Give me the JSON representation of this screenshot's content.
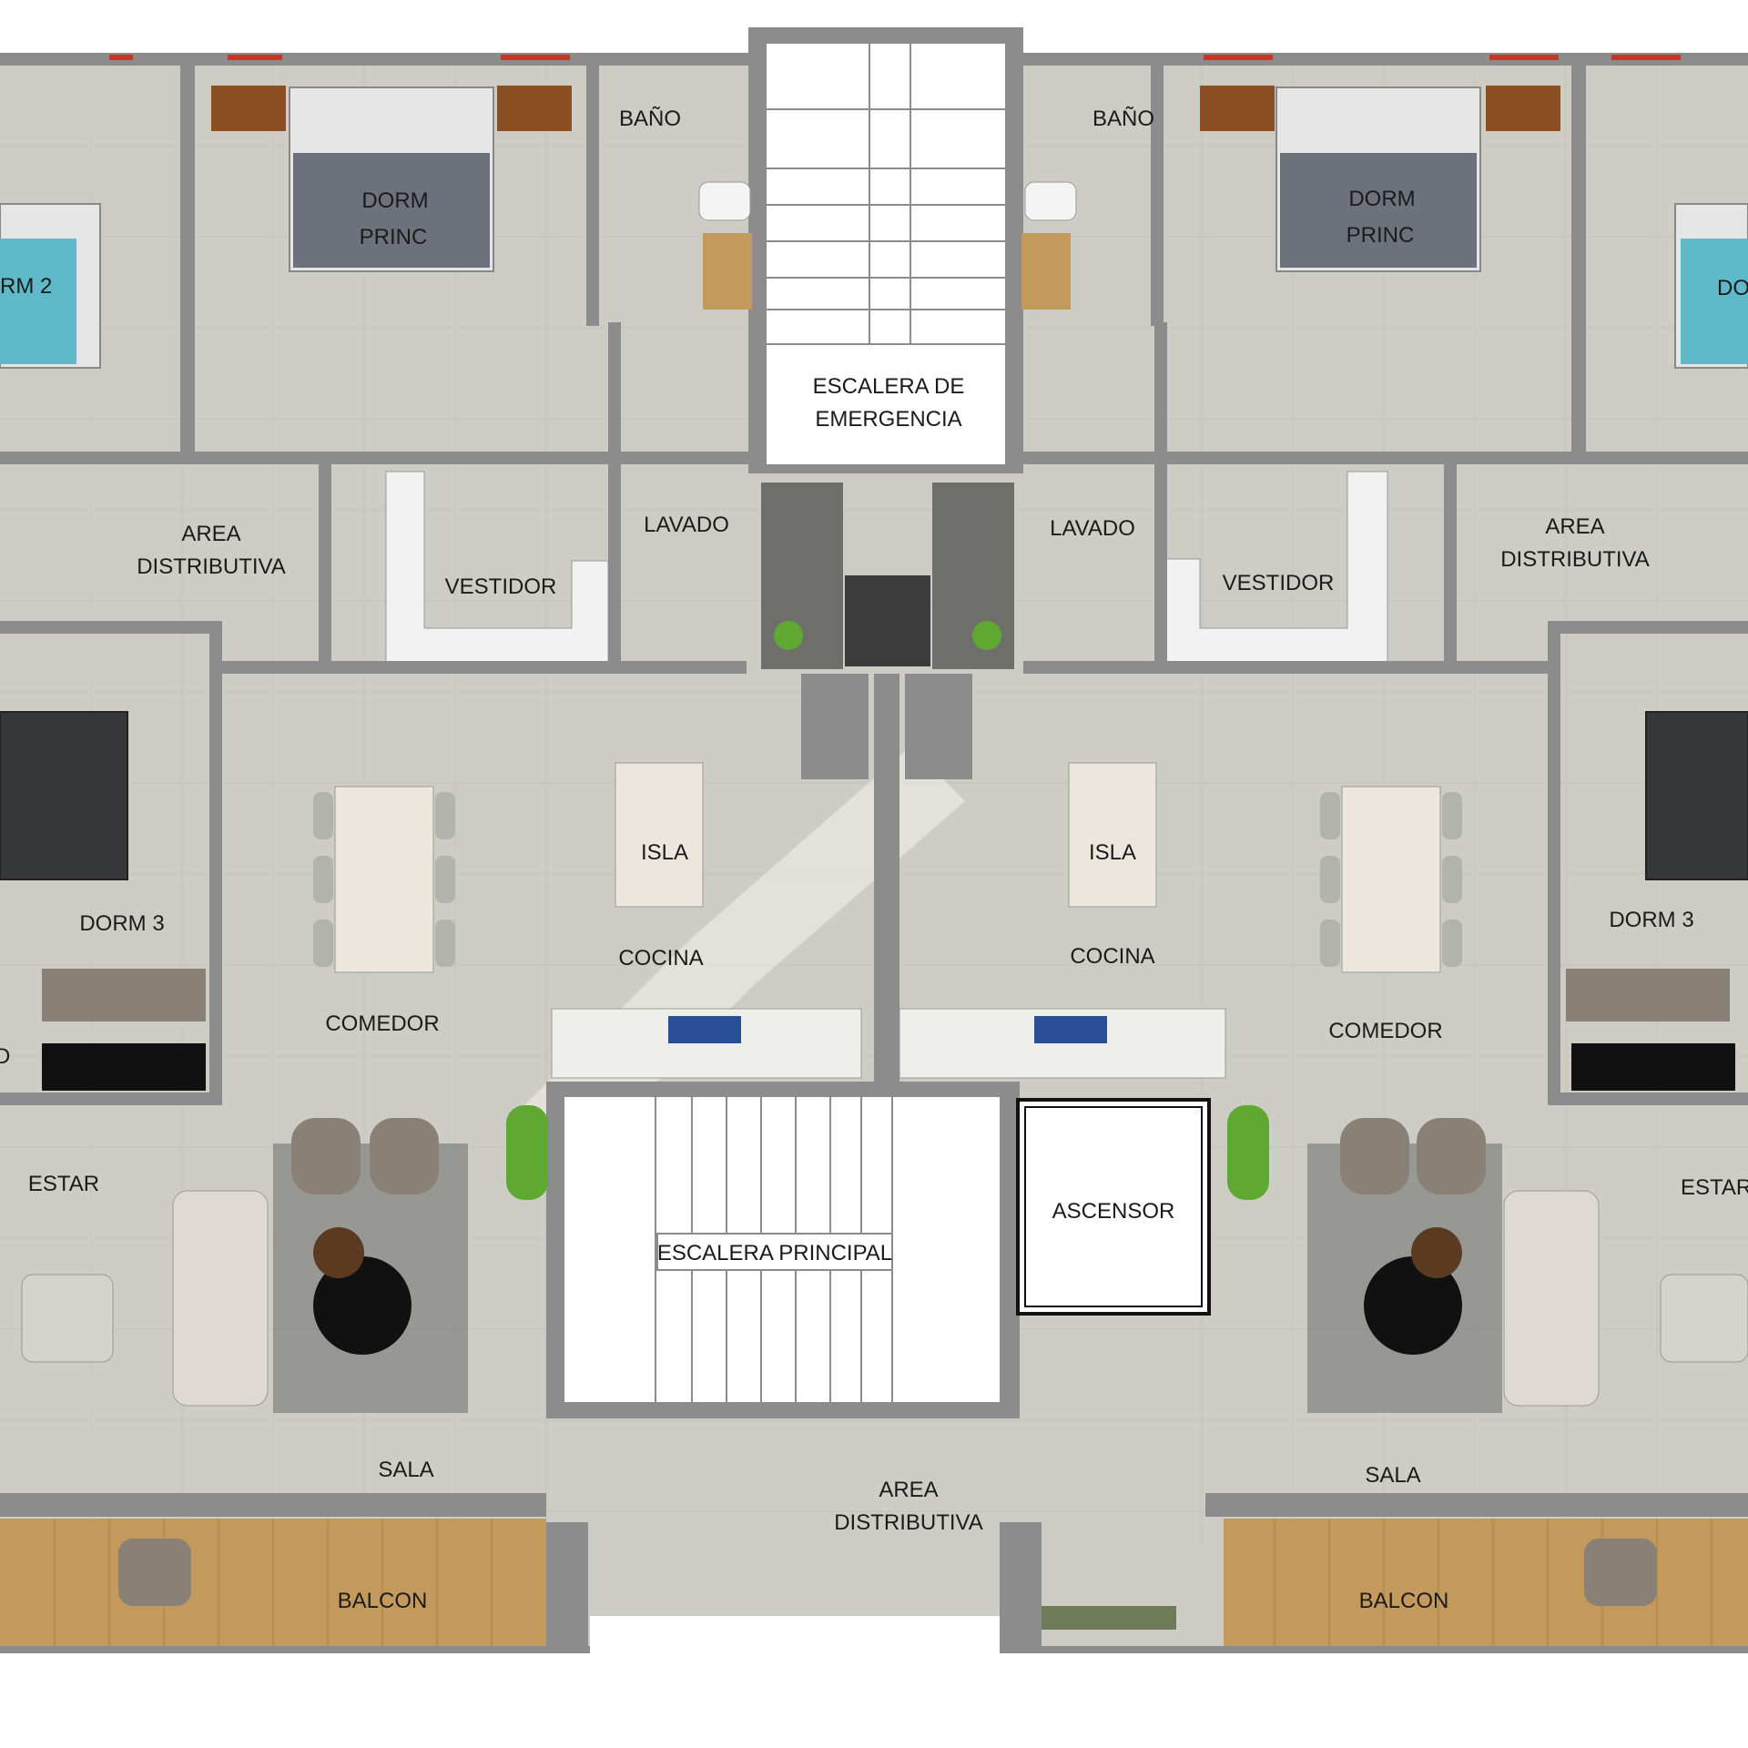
{
  "labels": {
    "bano_left": "BAÑO",
    "bano_right": "BAÑO",
    "dorm_princ_left_1": "DORM",
    "dorm_princ_left_2": "PRINC",
    "dorm_princ_right_1": "DORM",
    "dorm_princ_right_2": "PRINC",
    "dorm2_left": "RM 2",
    "dorm2_right": "DO",
    "escalera_emergencia_1": "ESCALERA DE",
    "escalera_emergencia_2": "EMERGENCIA",
    "lavado_left": "LAVADO",
    "lavado_right": "LAVADO",
    "area_dist_left_1": "AREA",
    "area_dist_left_2": "DISTRIBUTIVA",
    "area_dist_right_1": "AREA",
    "area_dist_right_2": "DISTRIBUTIVA",
    "vestidor_left": "VESTIDOR",
    "vestidor_right": "VESTIDOR",
    "isla_left": "ISLA",
    "isla_right": "ISLA",
    "dorm3_left": "DORM 3",
    "dorm3_right": "DORM 3",
    "cocina_left": "COCINA",
    "cocina_right": "COCINA",
    "comedor_left": "COMEDOR",
    "comedor_right": "COMEDOR",
    "d_left_edge": "D",
    "estar_left": "ESTAR",
    "estar_right": "ESTAR",
    "ascensor": "ASCENSOR",
    "escalera_principal": "ESCALERA PRINCIPAL",
    "sala_left": "SALA",
    "sala_right": "SALA",
    "area_dist_center_1": "AREA",
    "area_dist_center_2": "DISTRIBUTIVA",
    "balcon_left": "BALCON",
    "balcon_right": "BALCON"
  },
  "colors": {
    "floor": "#cdcdc6",
    "wall": "#8c8c8c",
    "stair": "#ffffff",
    "wood": "#c49a5c",
    "plant": "#5fa832",
    "bed_grey": "#6d717c",
    "bed_dark": "#35373b",
    "bed_teal": "#5fb9c9",
    "table": "#ece6dc",
    "granite": "#6e6e6a"
  },
  "icons": [
    "bed-icon",
    "toilet-icon",
    "sink-icon",
    "sofa-icon",
    "armchair-icon",
    "table-icon",
    "plant-icon",
    "stove-icon",
    "elevator-icon"
  ]
}
